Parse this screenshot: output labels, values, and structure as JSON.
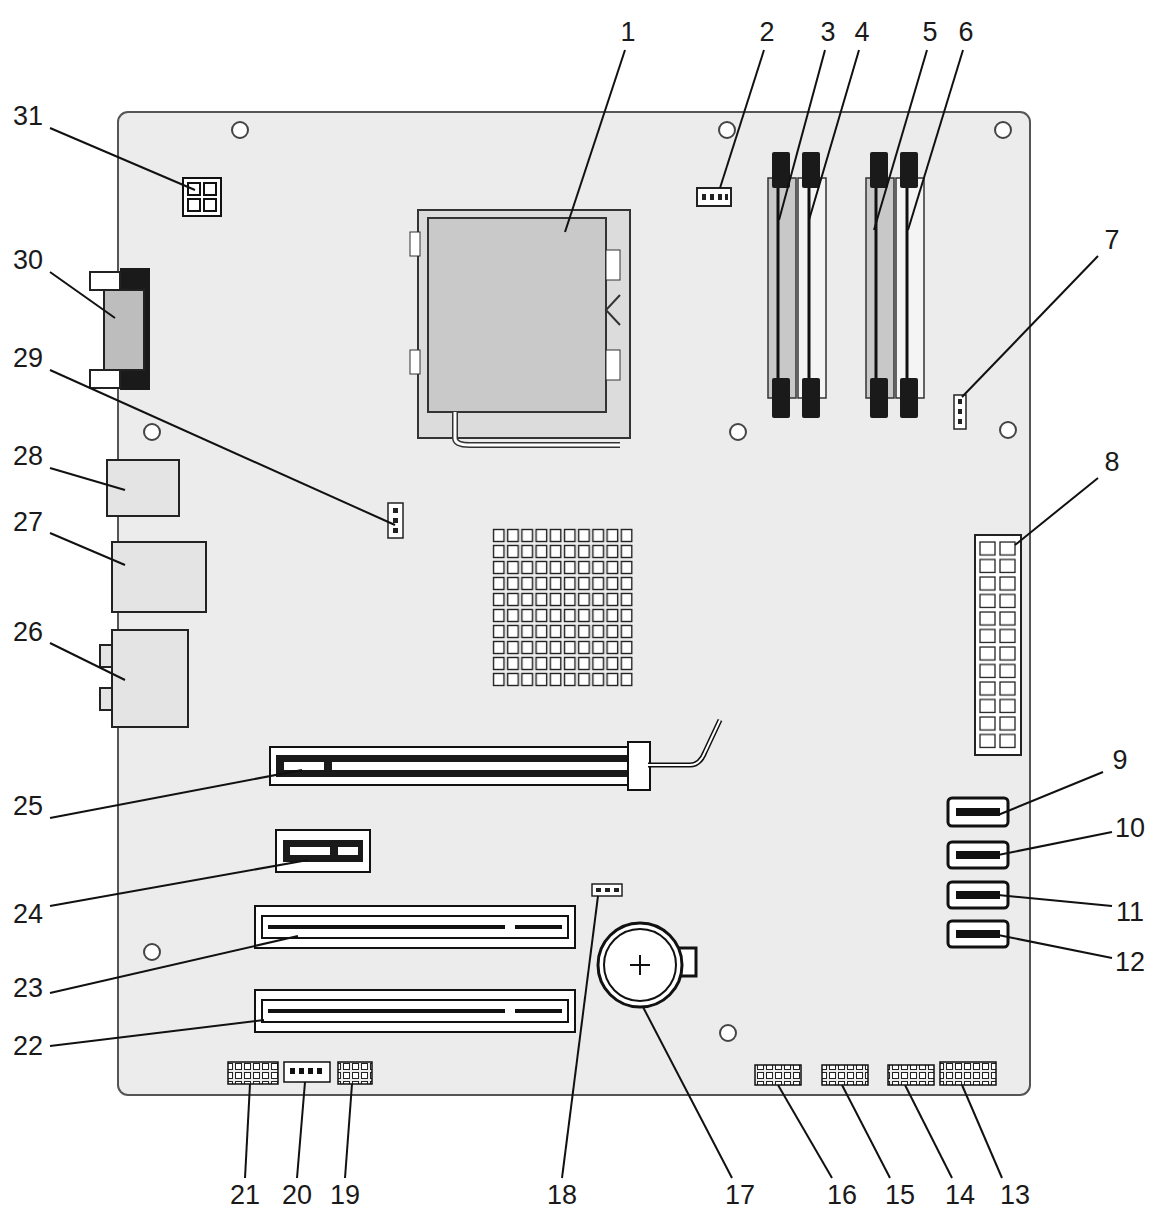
{
  "diagram": {
    "labels": [
      "1",
      "2",
      "3",
      "4",
      "5",
      "6",
      "7",
      "8",
      "9",
      "10",
      "11",
      "12",
      "13",
      "14",
      "15",
      "16",
      "17",
      "18",
      "19",
      "20",
      "21",
      "22",
      "23",
      "24",
      "25",
      "26",
      "27",
      "28",
      "29",
      "30",
      "31"
    ]
  }
}
